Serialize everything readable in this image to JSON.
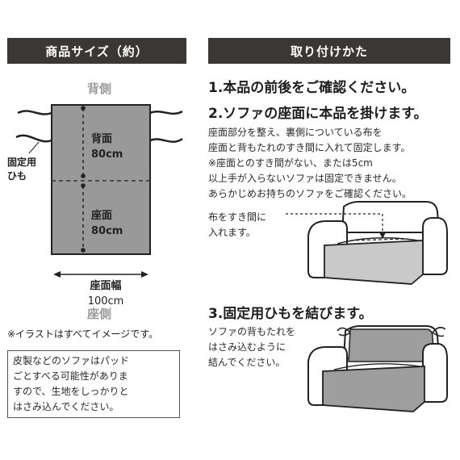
{
  "left": {
    "header": "商品サイズ（約）",
    "back_label": "背側",
    "seat_label": "座側",
    "strap_label": "固定用\nひも",
    "back_dim": {
      "title": "背面",
      "value": "80cm"
    },
    "seat_dim": {
      "title": "座面",
      "value": "80cm"
    },
    "width_dim": {
      "title": "座面幅",
      "value": "100cm"
    },
    "illust_note": "※イラストはすべてイメージです。",
    "caution": "皮製などのソファはパッド\nごとすべる可能性がありま\nすので、生地をしっかりと\nはさみ込んでください。"
  },
  "right": {
    "header": "取り付けかた",
    "step1": "1.本品の前後をご確認ください。",
    "step2": "2.ソファの座面に本品を掛けます。",
    "step2_text": [
      "座面部分を整え、裏側についている布を",
      "座面と背もたれのすき間に入れて固定します。",
      "※座面とのすき間がない、または5cm",
      "以上手が入らないソファは固定できません。",
      "あらかじめお持ちのソファをご確認ください。"
    ],
    "callout1": [
      "布をすき間に",
      "入れます。"
    ],
    "step3": "3.固定用ひもを結びます。",
    "step3_text": [
      "ソファの背もたれを",
      "はさみ込むように",
      "結んでください。"
    ]
  },
  "colors": {
    "header_bg": "#3a3736",
    "cover_gray": "#999999",
    "sofa_gray": "#c9c9c9"
  }
}
